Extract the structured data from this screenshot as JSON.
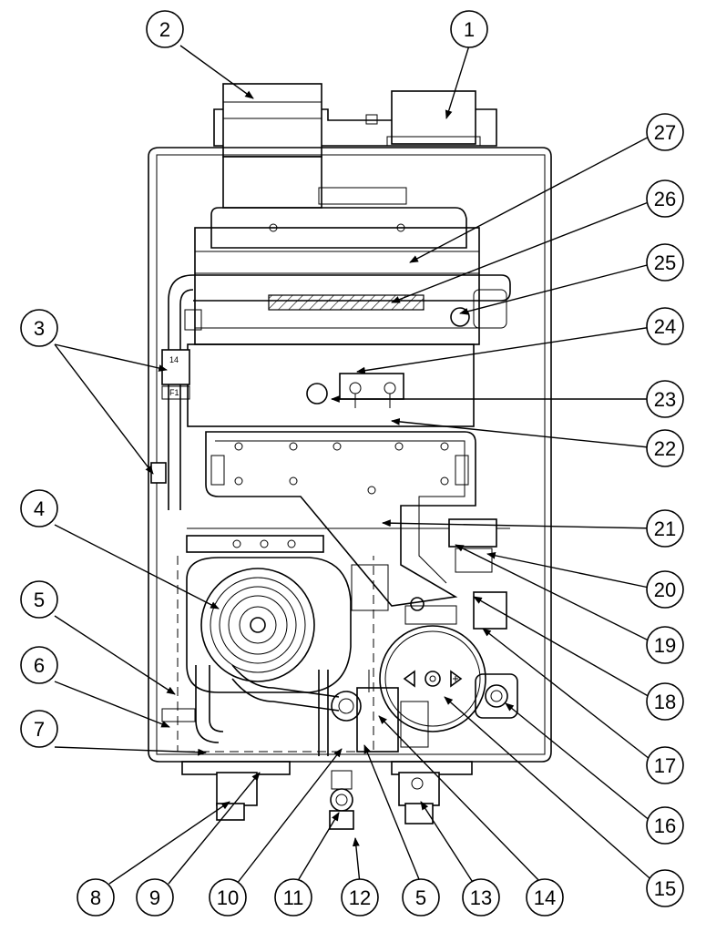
{
  "callouts": [
    {
      "id": "1",
      "label": "1"
    },
    {
      "id": "2",
      "label": "2"
    },
    {
      "id": "3",
      "label": "3"
    },
    {
      "id": "4",
      "label": "4"
    },
    {
      "id": "5a",
      "label": "5"
    },
    {
      "id": "6",
      "label": "6"
    },
    {
      "id": "7",
      "label": "7"
    },
    {
      "id": "8",
      "label": "8"
    },
    {
      "id": "9",
      "label": "9"
    },
    {
      "id": "10",
      "label": "10"
    },
    {
      "id": "11",
      "label": "11"
    },
    {
      "id": "12",
      "label": "12"
    },
    {
      "id": "5b",
      "label": "5"
    },
    {
      "id": "13",
      "label": "13"
    },
    {
      "id": "14",
      "label": "14"
    },
    {
      "id": "15",
      "label": "15"
    },
    {
      "id": "16",
      "label": "16"
    },
    {
      "id": "17",
      "label": "17"
    },
    {
      "id": "18",
      "label": "18"
    },
    {
      "id": "19",
      "label": "19"
    },
    {
      "id": "20",
      "label": "20"
    },
    {
      "id": "21",
      "label": "21"
    },
    {
      "id": "22",
      "label": "22"
    },
    {
      "id": "23",
      "label": "23"
    },
    {
      "id": "24",
      "label": "24"
    },
    {
      "id": "25",
      "label": "25"
    },
    {
      "id": "26",
      "label": "26"
    },
    {
      "id": "27",
      "label": "27"
    }
  ],
  "part_text": {
    "switch_top": "14",
    "switch_bottom": "F1"
  }
}
